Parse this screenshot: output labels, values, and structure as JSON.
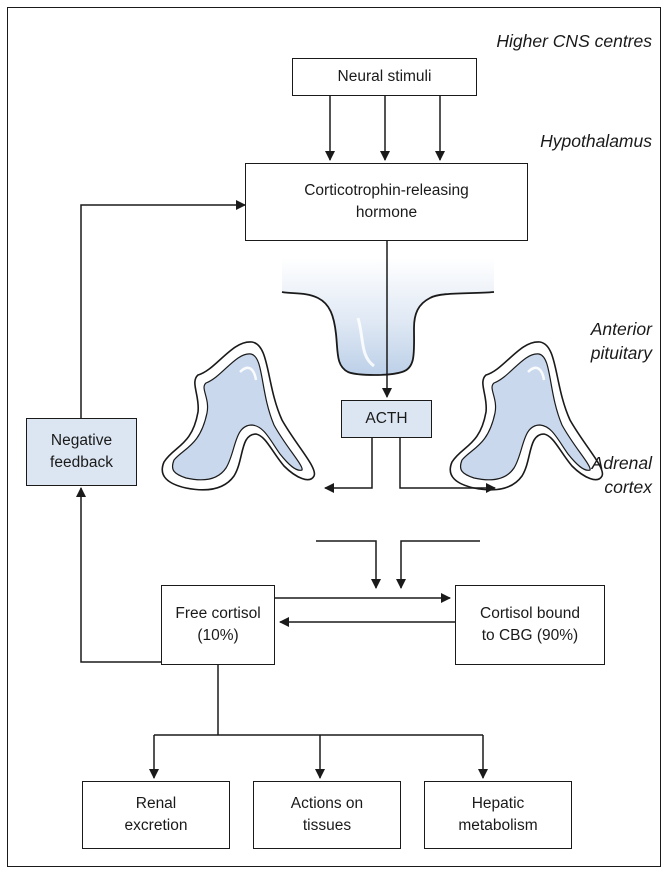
{
  "regions": {
    "higher_cns": "Higher CNS centres",
    "hypothalamus": "Hypothalamus",
    "anterior_pituitary_line1": "Anterior",
    "anterior_pituitary_line2": "pituitary",
    "adrenal_cortex_line1": "Adrenal",
    "adrenal_cortex_line2": "cortex"
  },
  "boxes": {
    "neural_stimuli": "Neural stimuli",
    "crh_line1": "Corticotrophin-releasing",
    "crh_line2": "hormone",
    "acth": "ACTH",
    "negative_feedback_line1": "Negative",
    "negative_feedback_line2": "feedback",
    "free_cortisol_line1": "Free cortisol",
    "free_cortisol_line2": "(10%)",
    "bound_cortisol_line1": "Cortisol bound",
    "bound_cortisol_line2": "to CBG (90%)",
    "renal_line1": "Renal",
    "renal_line2": "excretion",
    "tissues_line1": "Actions on",
    "tissues_line2": "tissues",
    "hepatic_line1": "Hepatic",
    "hepatic_line2": "metabolism"
  },
  "colors": {
    "outline": "#1a1a1a",
    "gland_fill": "#c9d8ec",
    "box_shade": "#dce6f2"
  }
}
